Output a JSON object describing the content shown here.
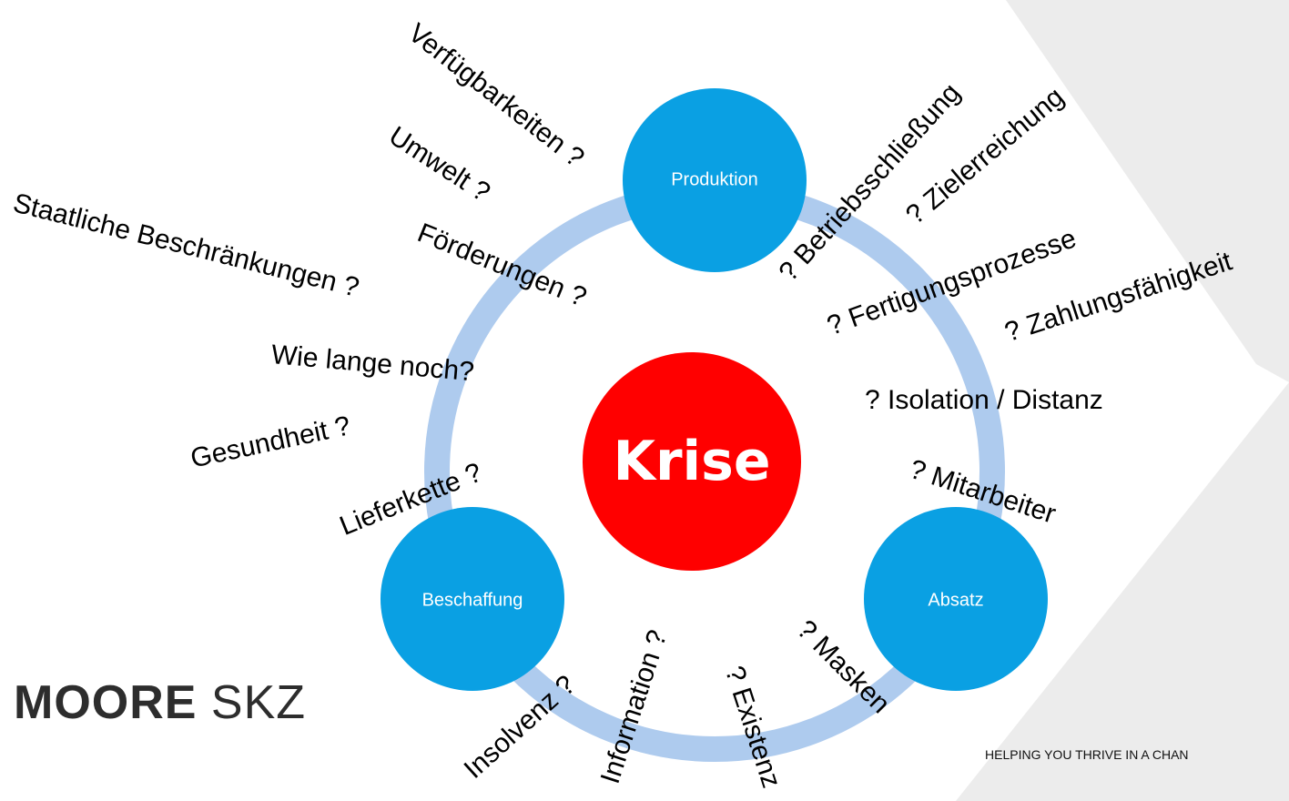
{
  "center": "Krise",
  "nodes": {
    "production": "Produktion",
    "procurement": "Beschaffung",
    "sales": "Absatz"
  },
  "questions": {
    "verfuegbarkeiten": "Verfügbarkeiten ?",
    "umwelt": "Umwelt ?",
    "staatliche": "Staatliche Beschränkungen ?",
    "foerderungen": "Förderungen ?",
    "wie_lange": "Wie lange noch?",
    "gesundheit": "Gesundheit ?",
    "lieferkette": "Lieferkette ?",
    "betriebsschliessung": "? Betriebsschließung",
    "zielerreichung": "? Zielerreichung",
    "fertigungsprozesse": "? Fertigungsprozesse",
    "zahlungsfaehigkeit": "? Zahlungsfähigkeit",
    "isolation": "? Isolation / Distanz",
    "mitarbeiter": "? Mitarbeiter",
    "masken": "? Masken",
    "existenz": "? Existenz",
    "information": "Information ?",
    "insolvenz": "Insolvenz ?"
  },
  "logo": {
    "bold": "MOORE",
    "light": " SKZ"
  },
  "tagline": "HELPING YOU THRIVE IN A CHAN",
  "colors": {
    "node_blue": "#0aa0e3",
    "center_red": "#ff0000",
    "ring": "#aecbee",
    "background_panel": "#ececec"
  }
}
